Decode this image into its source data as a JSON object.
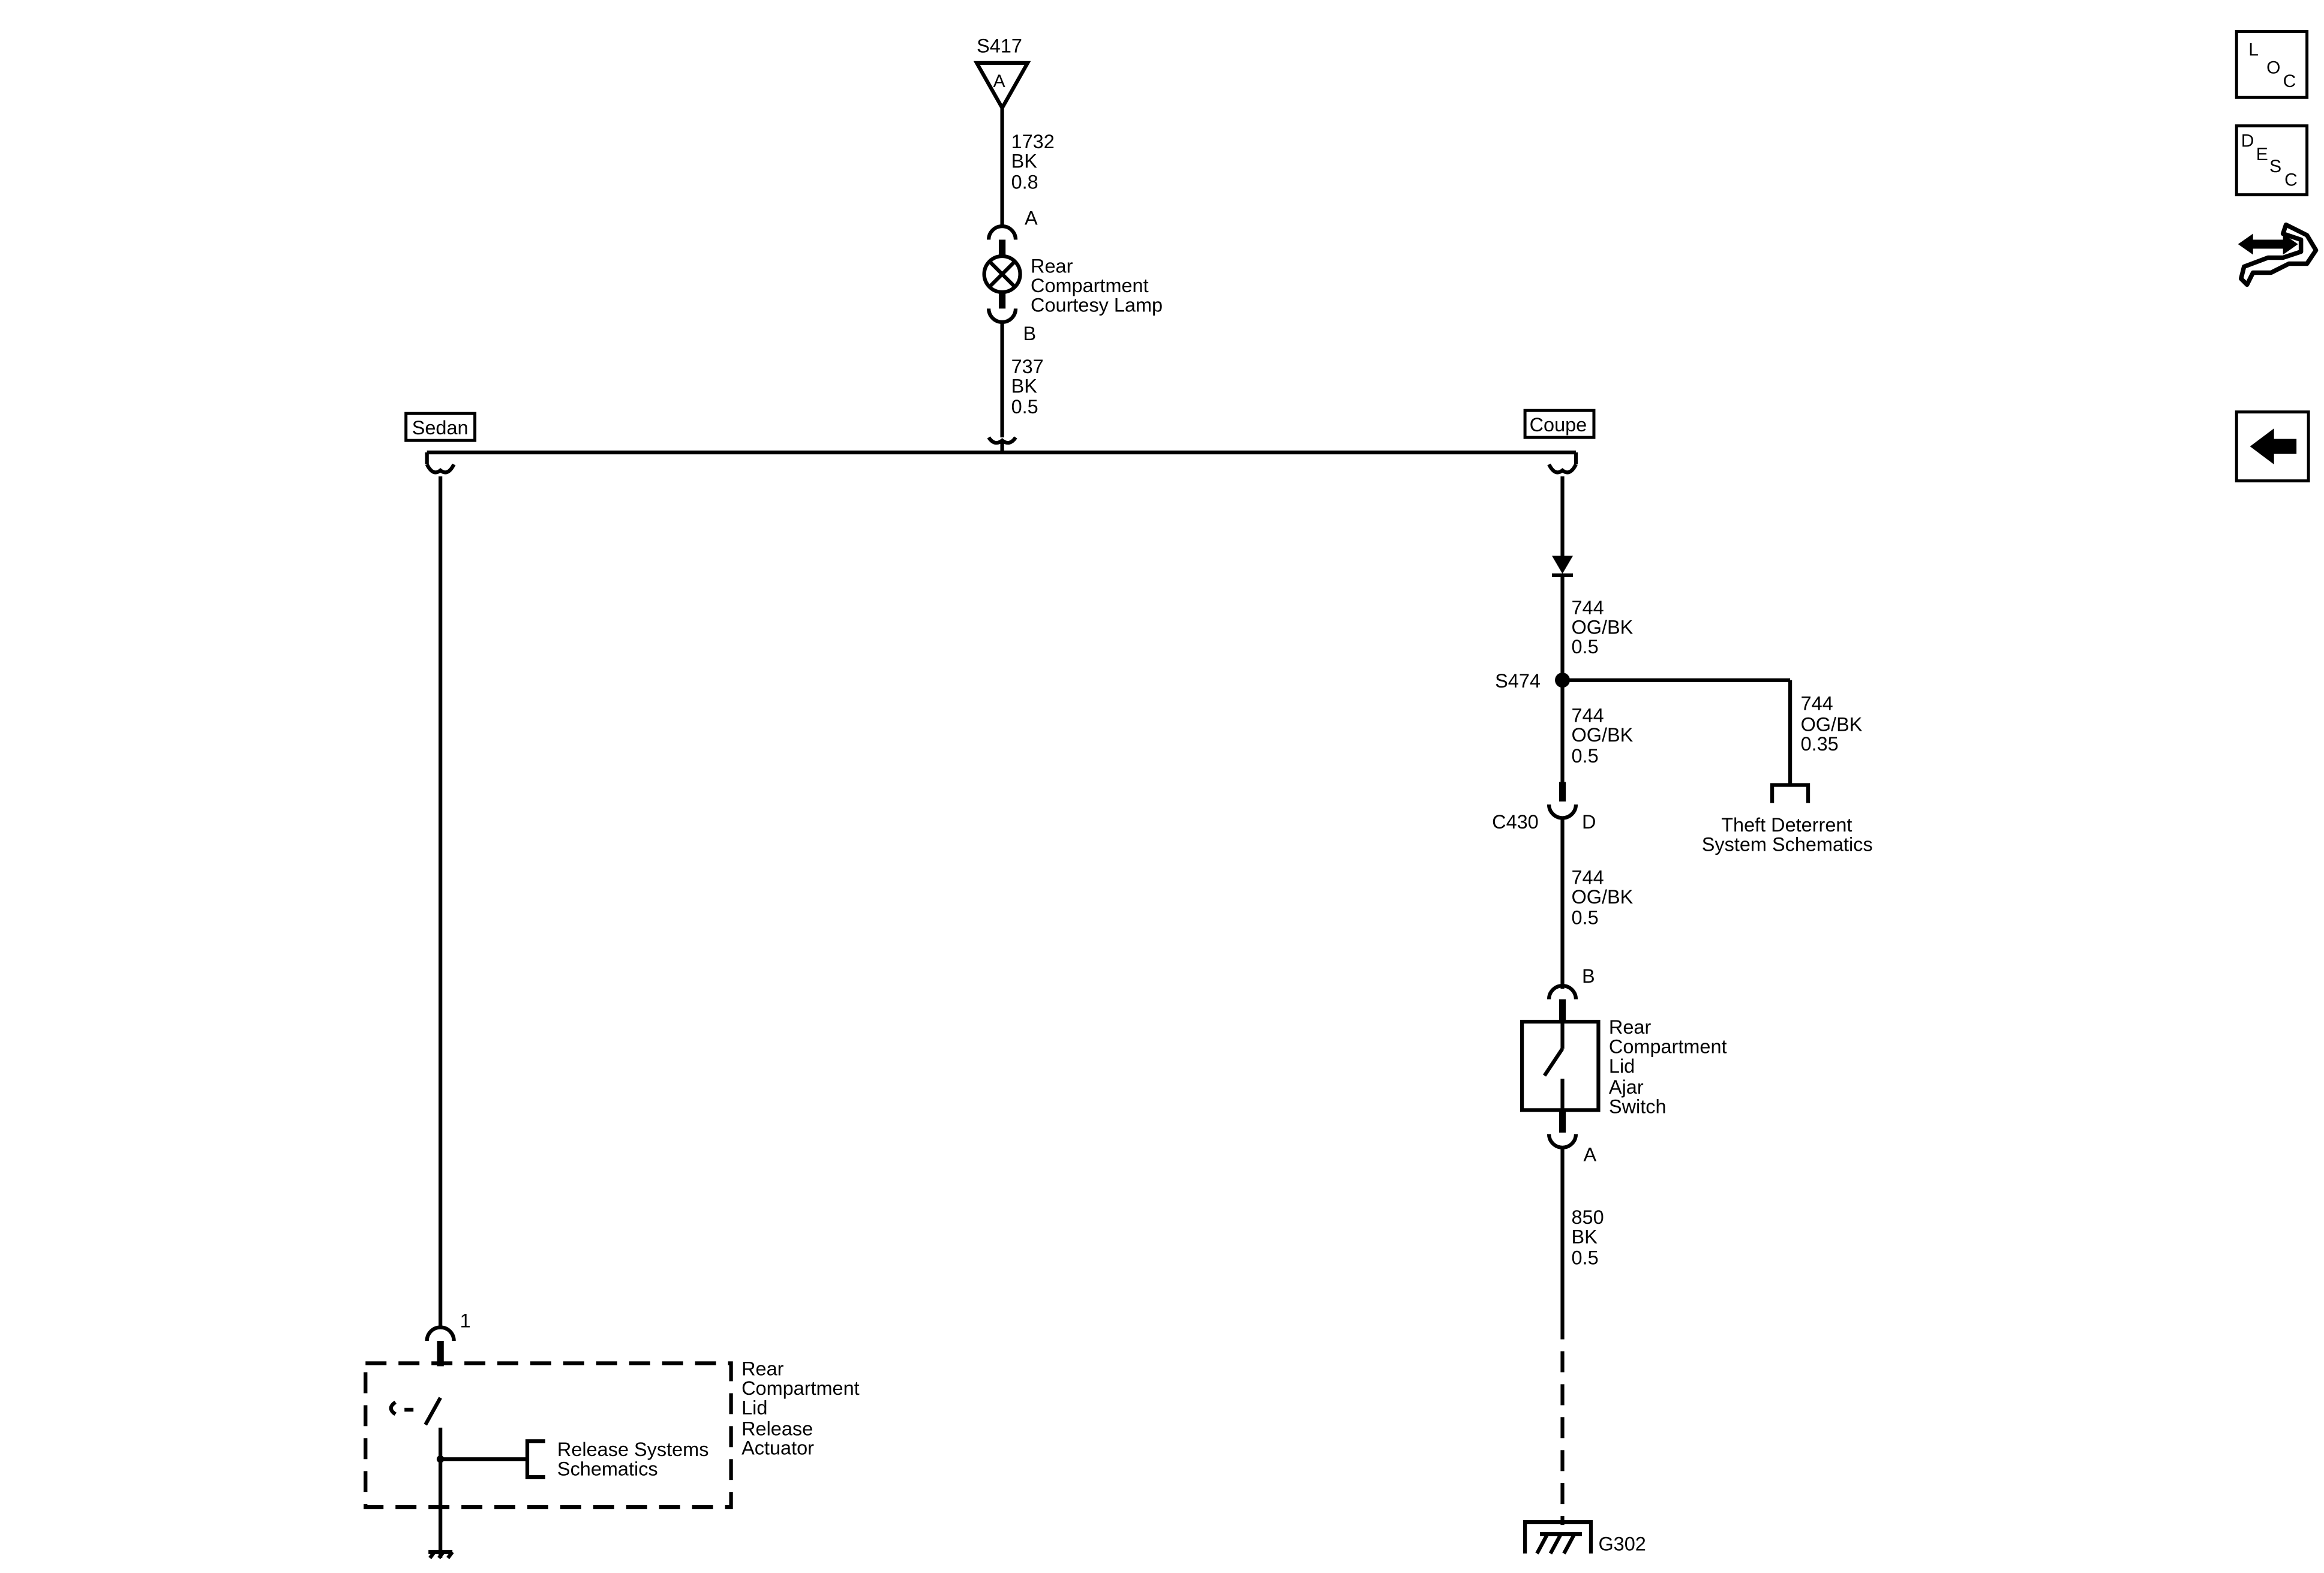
{
  "top_splice": {
    "id": "S417",
    "pin": "A"
  },
  "wire_lamp_feed": {
    "circuit": "1732",
    "color": "BK",
    "gauge": "0.8"
  },
  "lamp": {
    "pin_top": "A",
    "pin_bottom": "B",
    "name_lines": [
      "Rear",
      "Compartment",
      "Courtesy Lamp"
    ]
  },
  "wire_lamp_out": {
    "circuit": "737",
    "color": "BK",
    "gauge": "0.5"
  },
  "variant_sedan": "Sedan",
  "variant_coupe": "Coupe",
  "wire_coupe_top": {
    "circuit": "744",
    "color": "OG/BK",
    "gauge": "0.5"
  },
  "splice_s474": "S474",
  "wire_coupe_mid": {
    "circuit": "744",
    "color": "OG/BK",
    "gauge": "0.5"
  },
  "wire_theft": {
    "circuit": "744",
    "color": "OG/BK",
    "gauge": "0.35"
  },
  "theft_ref_lines": [
    "Theft Deterrent",
    "System Schematics"
  ],
  "connector_c430": {
    "id": "C430",
    "pin": "D"
  },
  "wire_coupe_low": {
    "circuit": "744",
    "color": "OG/BK",
    "gauge": "0.5"
  },
  "ajar_switch": {
    "pin_top": "B",
    "pin_bottom": "A",
    "name_lines": [
      "Rear",
      "Compartment",
      "Lid",
      "Ajar",
      "Switch"
    ]
  },
  "wire_ground": {
    "circuit": "850",
    "color": "BK",
    "gauge": "0.5"
  },
  "ground": "G302",
  "actuator": {
    "pin": "1",
    "name_lines": [
      "Rear",
      "Compartment",
      "Lid",
      "Release",
      "Actuator"
    ]
  },
  "release_ref_lines": [
    "Release Systems",
    "Schematics"
  ],
  "side_buttons": {
    "loc": [
      "L",
      "O",
      "C"
    ],
    "desc": [
      "D",
      "E",
      "S",
      "C"
    ]
  }
}
